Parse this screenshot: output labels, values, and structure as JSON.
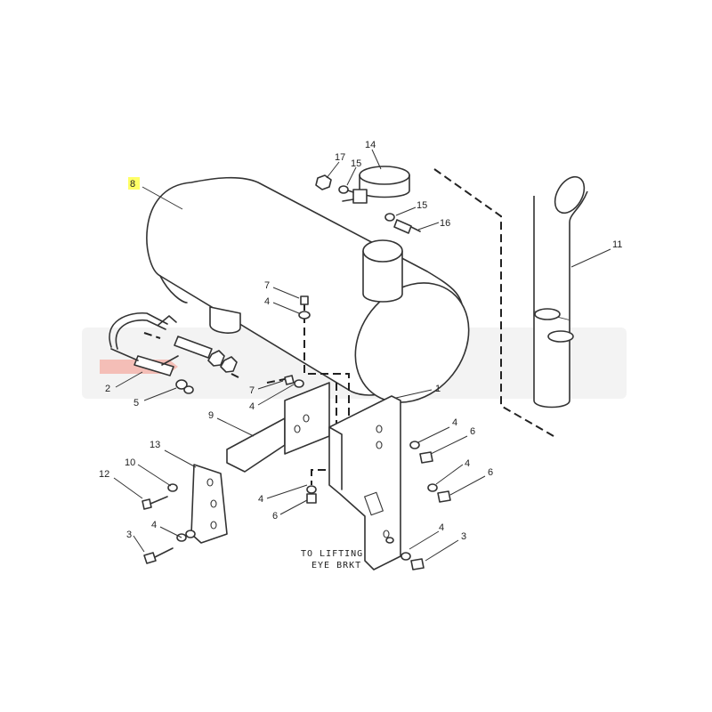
{
  "callouts": {
    "c1": "1",
    "c2": "2",
    "c3a": "3",
    "c3b": "3",
    "c4a": "4",
    "c4b": "4",
    "c4c": "4",
    "c4d": "4",
    "c4e": "4",
    "c4f": "4",
    "c5": "5",
    "c6a": "6",
    "c6b": "6",
    "c6c": "6",
    "c7a": "7",
    "c7b": "7",
    "c8": "8",
    "c9": "9",
    "c10": "10",
    "c11": "11",
    "c12": "12",
    "c13": "13",
    "c14": "14",
    "c15a": "15",
    "c15b": "15",
    "c16": "16",
    "c17": "17"
  },
  "note": {
    "line1": "TO LIFTING",
    "line2": "EYE BRKT"
  },
  "colors": {
    "highlight": "#ffff66",
    "watermark": "#f0f0f0",
    "accent": "#e64a3b"
  }
}
